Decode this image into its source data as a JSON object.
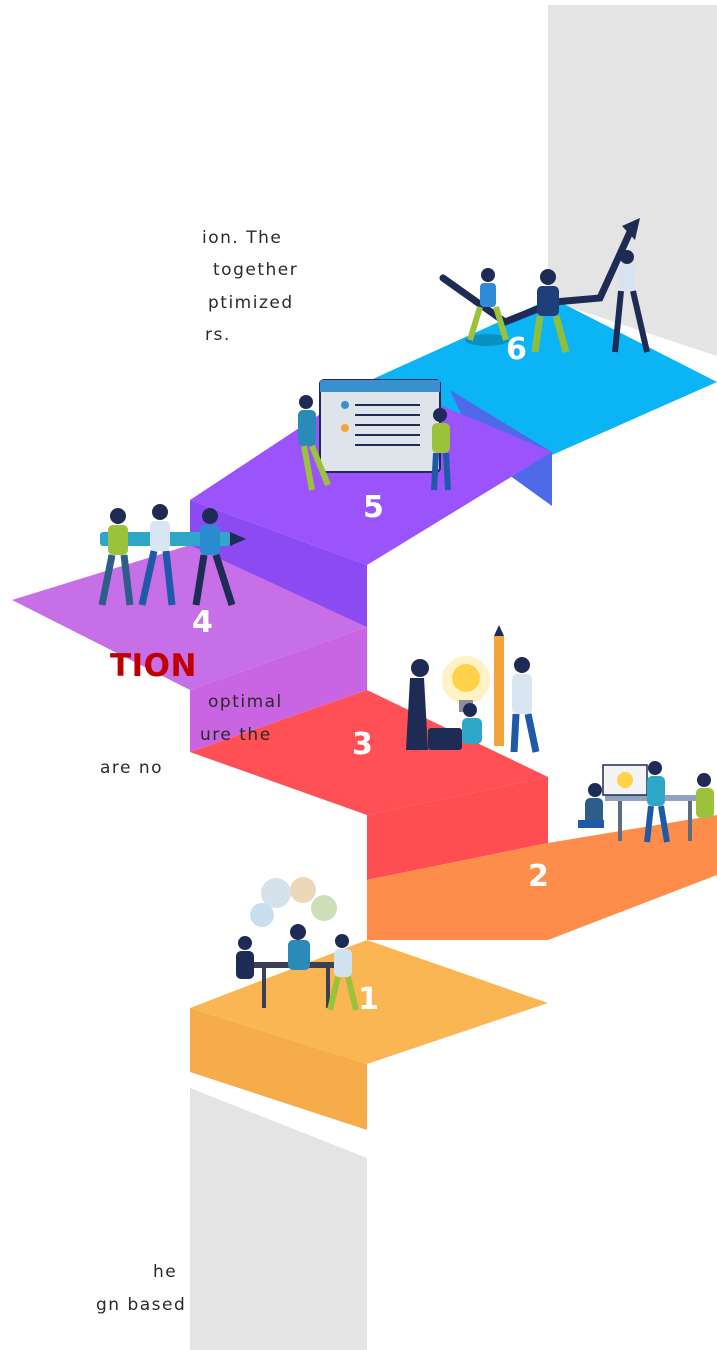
{
  "steps": [
    {
      "number": "1",
      "color": "#fbb654",
      "illustration": "team-meeting-illustration"
    },
    {
      "number": "2",
      "color": "#fe8c4b",
      "illustration": "team-brainstorm-illustration"
    },
    {
      "number": "3",
      "color": "#fe5055",
      "illustration": "idea-lightbulb-illustration"
    },
    {
      "number": "4",
      "color": "#c66fe6",
      "illustration": "team-carrying-pencil-illustration"
    },
    {
      "number": "5",
      "color": "#9b54fb",
      "illustration": "presentation-board-illustration"
    },
    {
      "number": "6",
      "color": "#0bb4f5",
      "illustration": "growth-arrow-illustration"
    }
  ],
  "top_text": {
    "line1": "ion. The",
    "line2": "together",
    "line3": "ptimized",
    "line4": "rs."
  },
  "middle_text": {
    "heading": "TION",
    "line1": "optimal",
    "line2": "ure  the",
    "line3": "are   no"
  },
  "bottom_text": {
    "line1": "he",
    "line2": "gn  based"
  },
  "colors": {
    "heading": "#c00000",
    "wall": "#e4e4e4",
    "text": "#2a2a2a"
  }
}
